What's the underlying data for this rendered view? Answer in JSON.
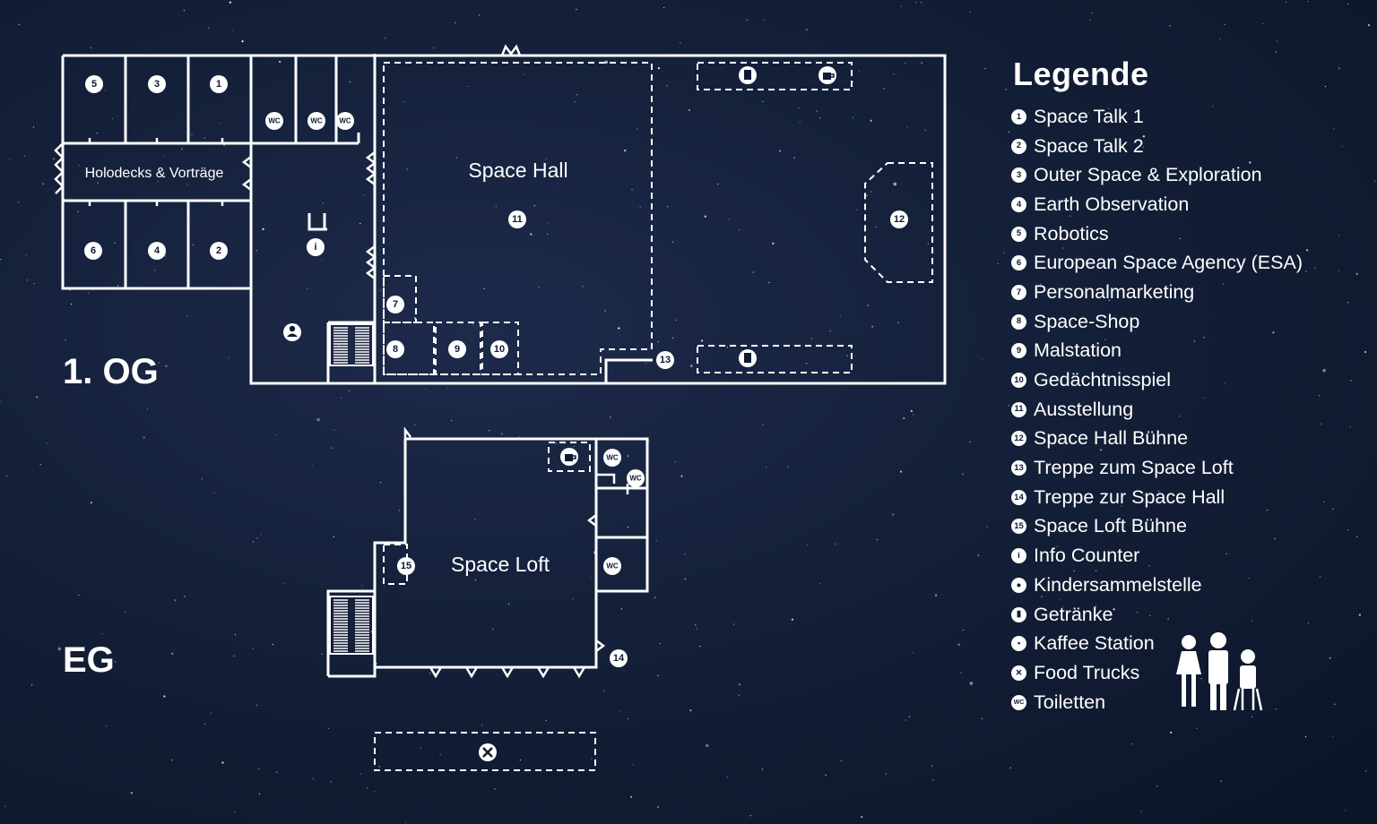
{
  "floors": {
    "upper": {
      "label": "1. OG",
      "holodeck_label": "Holodecks & Vorträge",
      "space_hall_label": "Space Hall"
    },
    "ground": {
      "label": "EG",
      "space_loft_label": "Space Loft"
    }
  },
  "markers": {
    "m1": "1",
    "m2": "2",
    "m3": "3",
    "m4": "4",
    "m5": "5",
    "m6": "6",
    "m7": "7",
    "m8": "8",
    "m9": "9",
    "m10": "10",
    "m11": "11",
    "m12": "12",
    "m13": "13",
    "m14": "14",
    "m15": "15",
    "info": "i",
    "wc": "WC"
  },
  "legend": {
    "title": "Legende",
    "items": [
      {
        "symbol": "1",
        "label": "Space Talk 1"
      },
      {
        "symbol": "2",
        "label": "Space Talk 2"
      },
      {
        "symbol": "3",
        "label": "Outer Space & Exploration"
      },
      {
        "symbol": "4",
        "label": "Earth Observation"
      },
      {
        "symbol": "5",
        "label": "Robotics"
      },
      {
        "symbol": "6",
        "label": "European Space Agency (ESA)"
      },
      {
        "symbol": "7",
        "label": "Personalmarketing"
      },
      {
        "symbol": "8",
        "label": "Space-Shop"
      },
      {
        "symbol": "9",
        "label": "Malstation"
      },
      {
        "symbol": "10",
        "label": "Gedächtnisspiel"
      },
      {
        "symbol": "11",
        "label": "Ausstellung"
      },
      {
        "symbol": "12",
        "label": "Space Hall Bühne"
      },
      {
        "symbol": "13",
        "label": "Treppe zum Space Loft"
      },
      {
        "symbol": "14",
        "label": "Treppe zur Space Hall"
      },
      {
        "symbol": "15",
        "label": "Space Loft Bühne"
      },
      {
        "symbol": "i",
        "label": "Info Counter"
      },
      {
        "symbol": "person-icon",
        "label": "Kindersammelstelle"
      },
      {
        "symbol": "drink-icon",
        "label": "Getränke"
      },
      {
        "symbol": "coffee-icon",
        "label": "Kaffee Station"
      },
      {
        "symbol": "food-truck-icon",
        "label": "Food Trucks"
      },
      {
        "symbol": "WC",
        "label": "Toiletten"
      }
    ]
  },
  "colors": {
    "background": "#142039",
    "line": "#ffffff",
    "marker_text": "#0f1a33"
  }
}
